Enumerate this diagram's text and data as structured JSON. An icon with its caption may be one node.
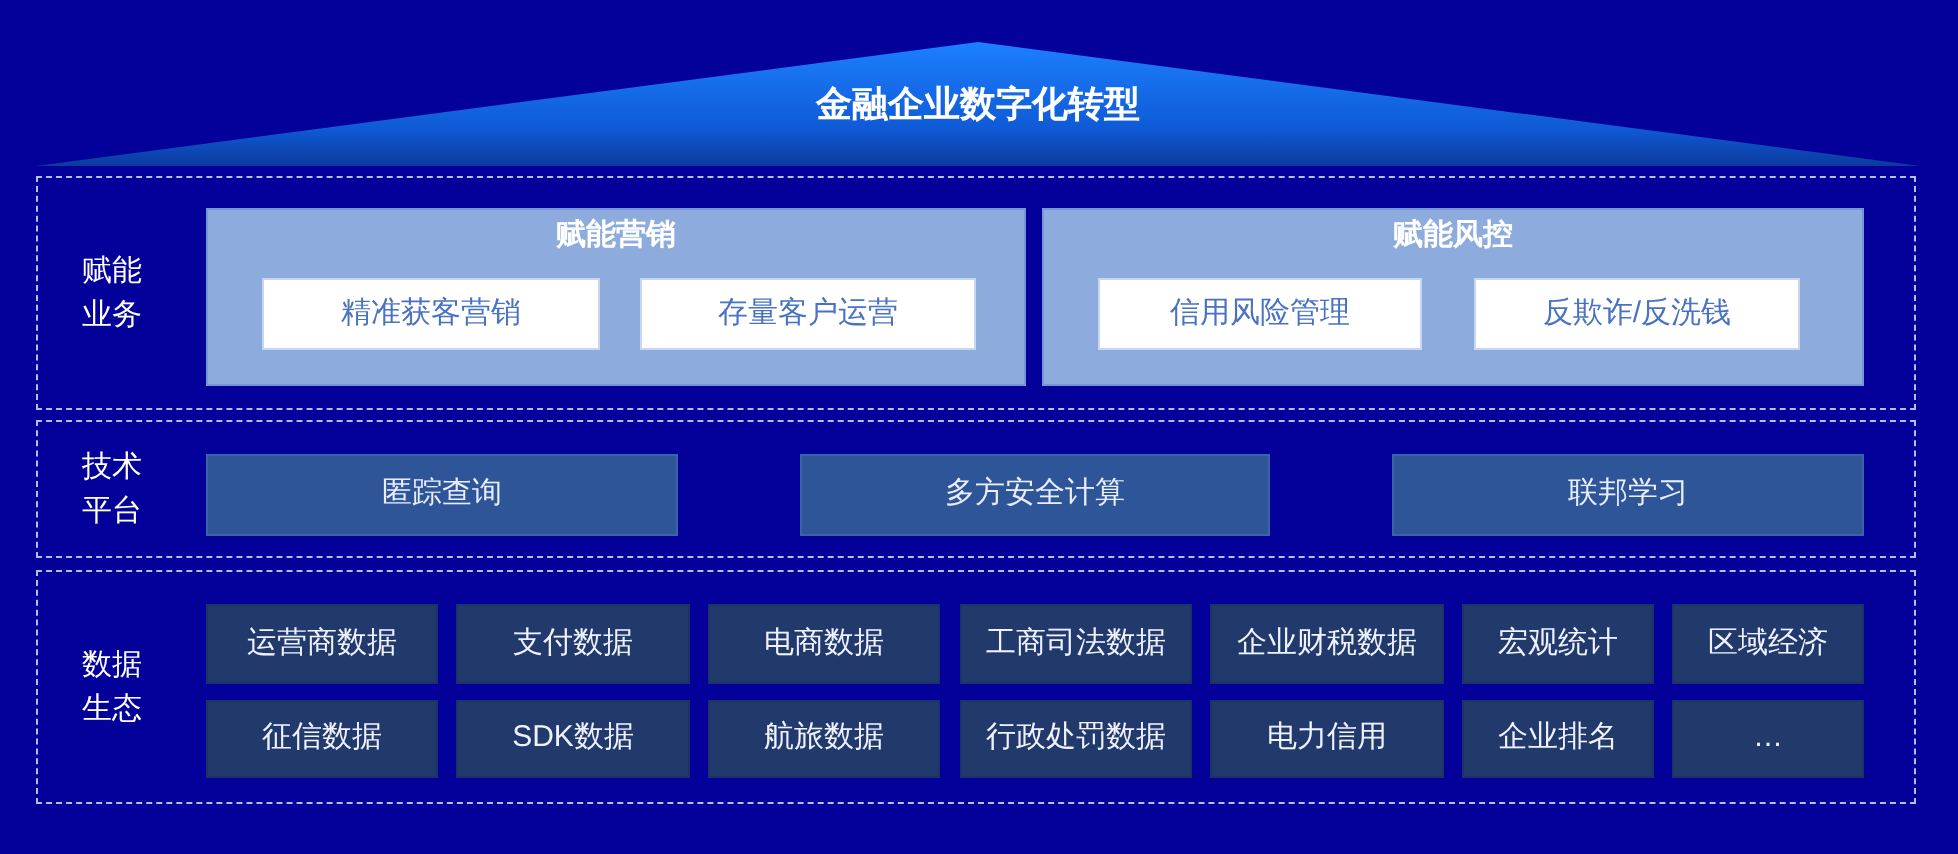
{
  "diagram": {
    "nodes": [
      {
        "text": [
          "金融企业数字化转型"
        ]
      },
      {
        "text": [
          "赋能业务"
        ]
      },
      {
        "text": [
          "赋能营销"
        ],
        "in": 1
      },
      {
        "text": [
          "精准获客营销"
        ],
        "in": 2
      },
      {
        "text": [
          "存量客户运营"
        ],
        "in": 2
      },
      {
        "text": [
          "赋能风控"
        ],
        "in": 1
      },
      {
        "text": [
          "信用风险管理"
        ],
        "in": 5
      },
      {
        "text": [
          "反欺诈/反洗钱"
        ],
        "in": 5
      },
      {
        "text": [
          "技术平台"
        ]
      },
      {
        "text": [
          "匿踪查询"
        ],
        "in": 8
      },
      {
        "text": [
          "多方安全计算"
        ],
        "in": 8
      },
      {
        "text": [
          "联邦学习"
        ],
        "in": 8
      },
      {
        "text": [
          "数据生态"
        ]
      },
      {
        "text": [
          "运营商数据"
        ],
        "in": 12
      },
      {
        "text": [
          "支付数据"
        ],
        "in": 12
      },
      {
        "text": [
          "电商数据"
        ],
        "in": 12
      },
      {
        "text": [
          "工商司法数据"
        ],
        "in": 12
      },
      {
        "text": [
          "企业财税数据"
        ],
        "in": 12
      },
      {
        "text": [
          "宏观统计"
        ],
        "in": 12
      },
      {
        "text": [
          "区域经济"
        ],
        "in": 12
      },
      {
        "text": [
          "征信数据"
        ],
        "in": 12
      },
      {
        "text": [
          "SDK数据"
        ],
        "in": 12
      },
      {
        "text": [
          "航旅数据"
        ],
        "in": 12
      },
      {
        "text": [
          "行政处罚数据"
        ],
        "in": 12
      },
      {
        "text": [
          "电力信用"
        ],
        "in": 12
      },
      {
        "text": [
          "企业排名"
        ],
        "in": 12
      },
      {
        "text": [
          "…"
        ],
        "in": 12
      }
    ]
  }
}
